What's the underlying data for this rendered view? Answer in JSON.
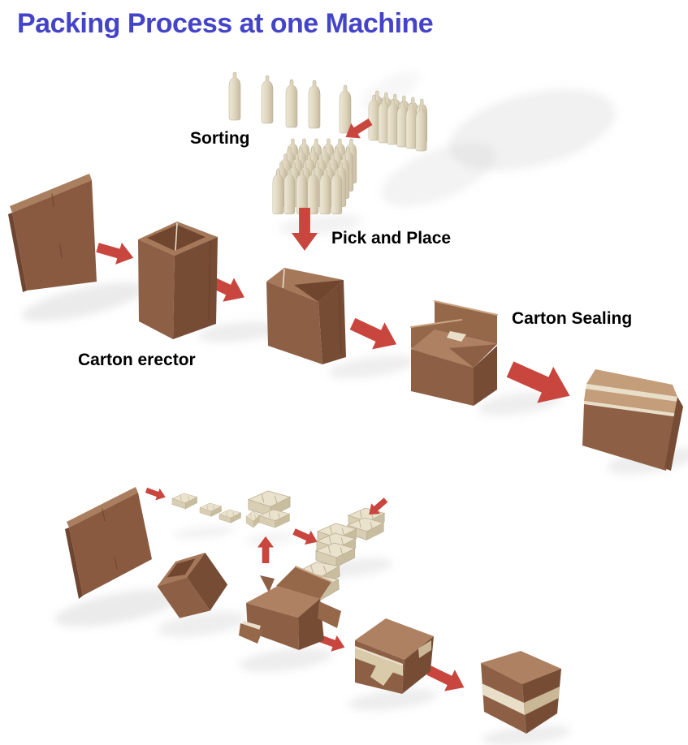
{
  "title": "Packing Process at one Machine",
  "labels": {
    "sorting": "Sorting",
    "pick_and_place": "Pick and Place",
    "carton_erector": "Carton erector",
    "carton_sealing": "Carton Sealing"
  },
  "colors": {
    "title_text": "#4444c8",
    "label_text": "#000000",
    "arrow_red": "#c8463d",
    "carton_light": "#ad8161",
    "carton_mid": "#8d6046",
    "carton_dark": "#754b34",
    "carton_inside": "#a5785a",
    "flat_carton": "#8a5a40",
    "bottle_cream": "#ddd4bc",
    "product_box_cream": "#eae2cc",
    "tape_cream": "#e9dfc9",
    "sealed_band_tan": "#c49d7a",
    "shadow_gray": "#c4c4c4",
    "background": "#ffffff"
  }
}
